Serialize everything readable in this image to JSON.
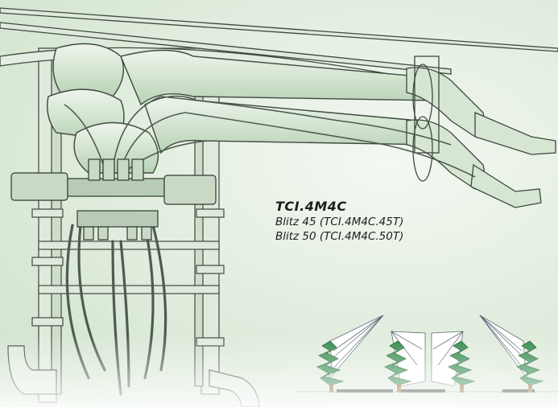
{
  "model": {
    "code": "TCI.4M4C",
    "variants": [
      "Blitz 45 (TCI.4M4C.45T)",
      "Blitz 50 (TCI.4M4C.50T)"
    ]
  },
  "colors": {
    "background": "#e3eee0",
    "tube_fill": "#d5e6d3",
    "line": "#3d4a3d",
    "hose": "#4f5a50",
    "tree_green": "#2f8a4a",
    "trunk": "#8a5a2c",
    "spray_fan": "#ffffff"
  },
  "icons": {
    "machine": "sprayer-diagram-icon",
    "spray_pattern": "spray-pattern-icon"
  }
}
